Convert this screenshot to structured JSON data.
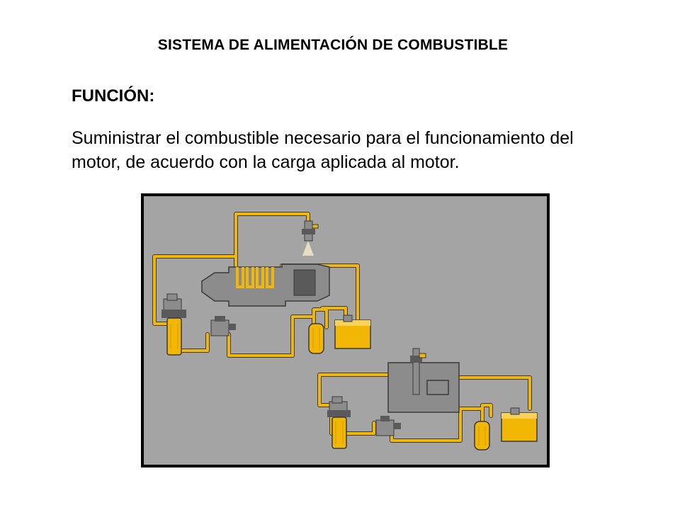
{
  "slide": {
    "title": "SISTEMA DE ALIMENTACIÓN DE COMBUSTIBLE",
    "subtitle": "FUNCIÓN:",
    "body": "Suministrar el combustible necesario para el funcionamiento del motor, de acuerdo con la carga aplicada al motor."
  },
  "diagram": {
    "colors": {
      "background": "#a4a4a4",
      "fuel": "#f2b705",
      "fuel_light": "#f7d25a",
      "line_outline": "#3a3a3a",
      "machinery": "#8c8c8c",
      "machinery_dark": "#5a5a5a",
      "spray": "#e6ddc2"
    }
  }
}
